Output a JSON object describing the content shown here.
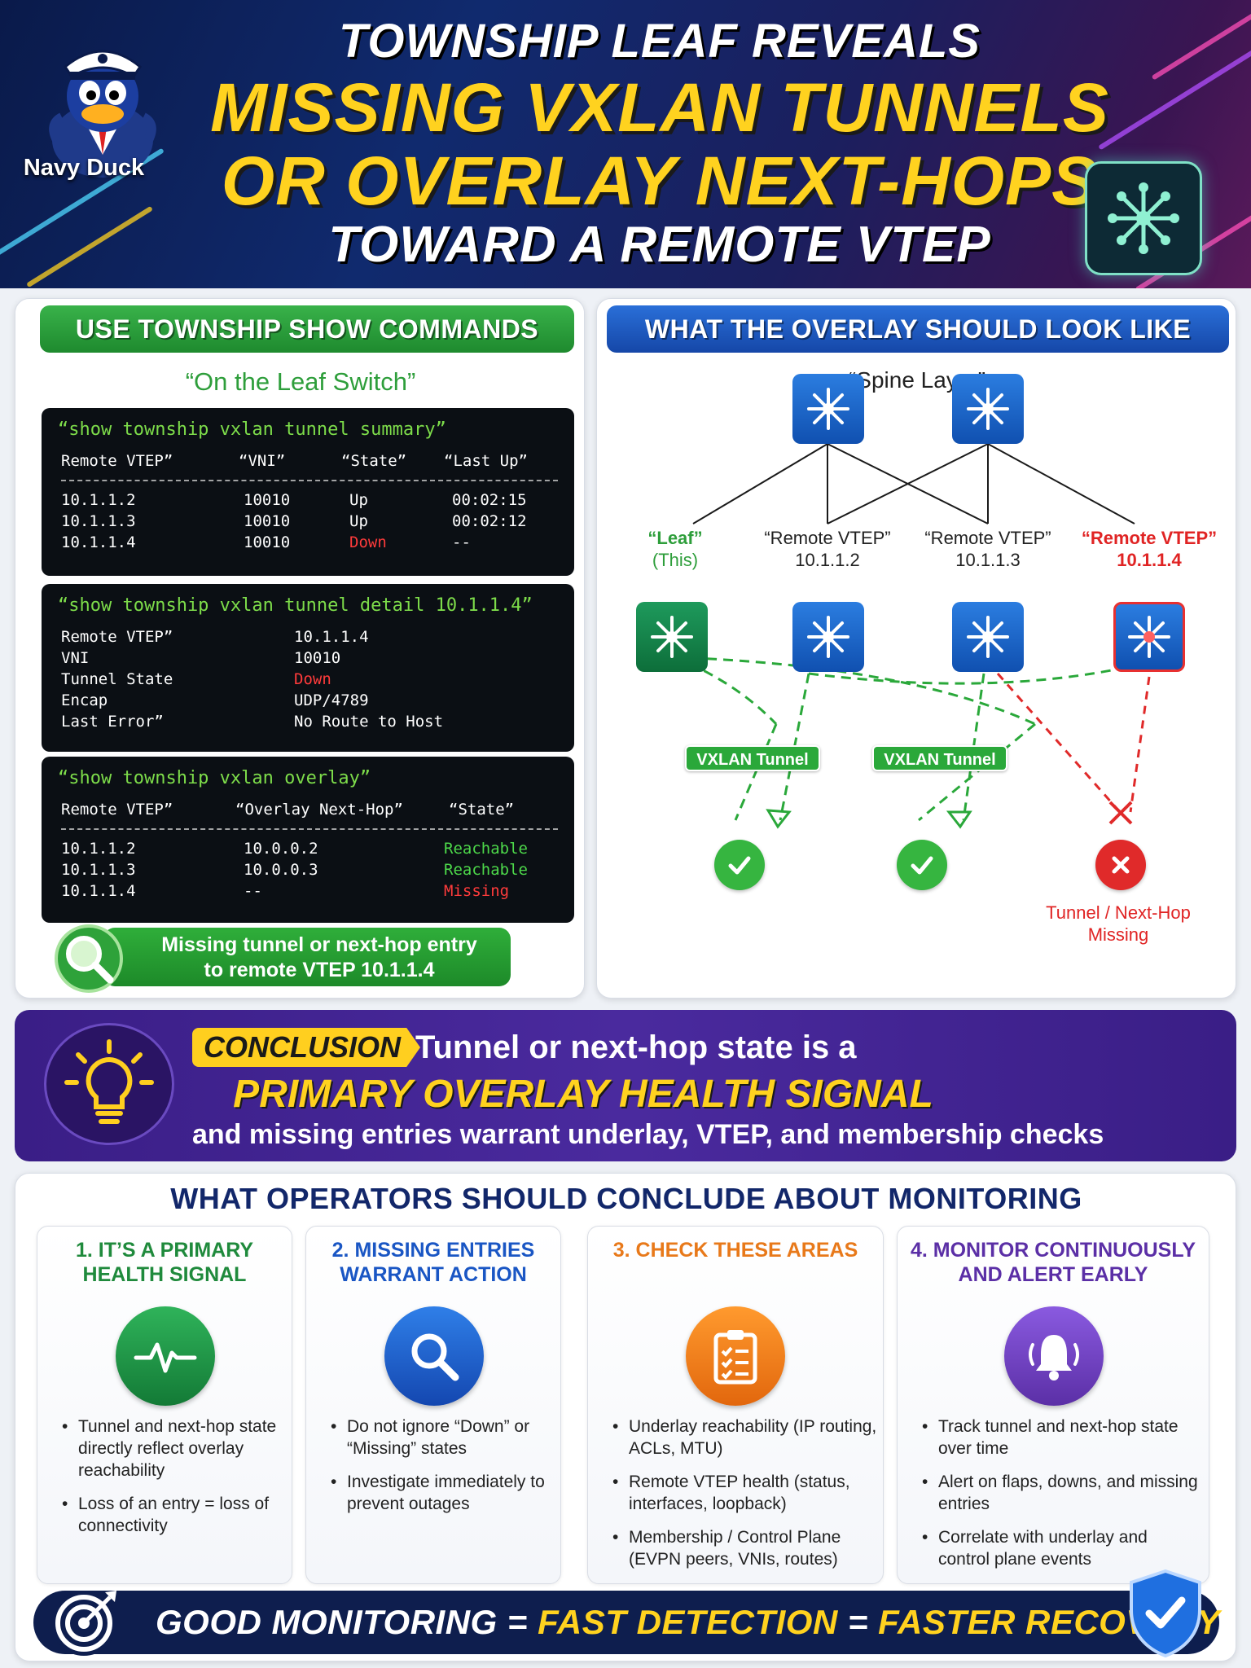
{
  "header": {
    "brand": "Navy Duck",
    "line1": "TOWNSHIP LEAF REVEALS",
    "line2": "MISSING VXLAN TUNNELS",
    "line3": "OR OVERLAY NEXT-HOPS",
    "line4": "TOWARD A REMOTE VTEP",
    "icon": "network-hub-icon"
  },
  "left_panel": {
    "banner": "USE TOWNSHIP SHOW COMMANDS",
    "subtitle": "“On the Leaf Switch”",
    "term1": {
      "command": "“show township vxlan tunnel summary”",
      "headers": [
        "Remote VTEP”",
        "“VNI”",
        "“State”",
        "“Last Up”"
      ],
      "rows": [
        [
          "10.1.1.2",
          "10010",
          "Up",
          "00:02:15"
        ],
        [
          "10.1.1.3",
          "10010",
          "Up",
          "00:02:12"
        ],
        [
          "10.1.1.4",
          "10010",
          "Down",
          "--"
        ]
      ]
    },
    "term2": {
      "command": "“show township vxlan tunnel detail 10.1.1.4”",
      "rows": [
        [
          "Remote VTEP”",
          "10.1.1.4"
        ],
        [
          "VNI",
          "10010"
        ],
        [
          "Tunnel State",
          "Down"
        ],
        [
          "Encap",
          "UDP/4789"
        ],
        [
          "Last Error”",
          "No Route to Host"
        ]
      ]
    },
    "term3": {
      "command": "“show township vxlan overlay”",
      "headers": [
        "Remote VTEP”",
        "“Overlay Next-Hop”",
        "“State”"
      ],
      "rows": [
        [
          "10.1.1.2",
          "10.0.0.2",
          "Reachable"
        ],
        [
          "10.1.1.3",
          "10.0.0.3",
          "Reachable"
        ],
        [
          "10.1.1.4",
          "--",
          "Missing"
        ]
      ]
    },
    "callout_line1": "Missing tunnel or next-hop entry",
    "callout_line2": "to remote VTEP 10.1.1.4"
  },
  "right_panel": {
    "banner": "WHAT THE OVERLAY SHOULD LOOK LIKE",
    "spine_label": "“Spine Layer”",
    "leaf_label_1": "“Leaf”",
    "leaf_label_2": "(This)",
    "vtep_labels": [
      {
        "name": "“Remote VTEP”",
        "ip": "10.1.1.2"
      },
      {
        "name": "“Remote VTEP”",
        "ip": "10.1.1.3"
      },
      {
        "name": "“Remote VTEP”",
        "ip": "10.1.1.4"
      }
    ],
    "tunnel_label_1": "VXLAN Tunnel",
    "tunnel_label_2": "VXLAN Tunnel",
    "missing_line1": "Tunnel / Next-Hop",
    "missing_line2": "Missing"
  },
  "conclusion": {
    "tag": "CONCLUSION",
    "line1": "Tunnel or next-hop state is a",
    "line2": "PRIMARY OVERLAY HEALTH SIGNAL",
    "line3": "and missing entries warrant underlay, VTEP, and membership checks",
    "icon": "lightbulb-icon"
  },
  "monitoring": {
    "title": "WHAT OPERATORS SHOULD CONCLUDE ABOUT MONITORING",
    "cards": [
      {
        "title_1": "1. IT’S A PRIMARY",
        "title_2": "HEALTH SIGNAL",
        "color": "#1f8a3c",
        "icon": "heartbeat-icon",
        "bullets": [
          "Tunnel and next-hop state directly reflect overlay reachability",
          "Loss of an entry = loss of connectivity"
        ]
      },
      {
        "title_1": "2. MISSING ENTRIES",
        "title_2": "WARRANT ACTION",
        "color": "#1a56c4",
        "icon": "magnifier-icon",
        "bullets": [
          "Do not ignore “Down” or “Missing” states",
          "Investigate immediately to prevent outages"
        ]
      },
      {
        "title_1": "3. CHECK THESE AREAS",
        "title_2": "",
        "color": "#e8791a",
        "icon": "clipboard-checklist-icon",
        "bullets": [
          "Underlay reachability (IP routing, ACLs, MTU)",
          "Remote VTEP health (status, interfaces, loopback)",
          "Membership / Control Plane (EVPN peers, VNIs, routes)"
        ]
      },
      {
        "title_1": "4. MONITOR CONTINUOUSLY",
        "title_2": "AND ALERT EARLY",
        "color": "#5b2fa6",
        "icon": "alarm-bell-icon",
        "bullets": [
          "Track tunnel and next-hop state over time",
          "Alert on flaps, downs, and missing entries",
          "Correlate with underlay and control plane events"
        ]
      }
    ],
    "footer": {
      "part1": "GOOD MONITORING = ",
      "part2": "FAST DETECTION",
      "part3": " = ",
      "part4": "FASTER RECOVERY",
      "icons": [
        "target-icon",
        "shield-check-icon"
      ]
    }
  }
}
